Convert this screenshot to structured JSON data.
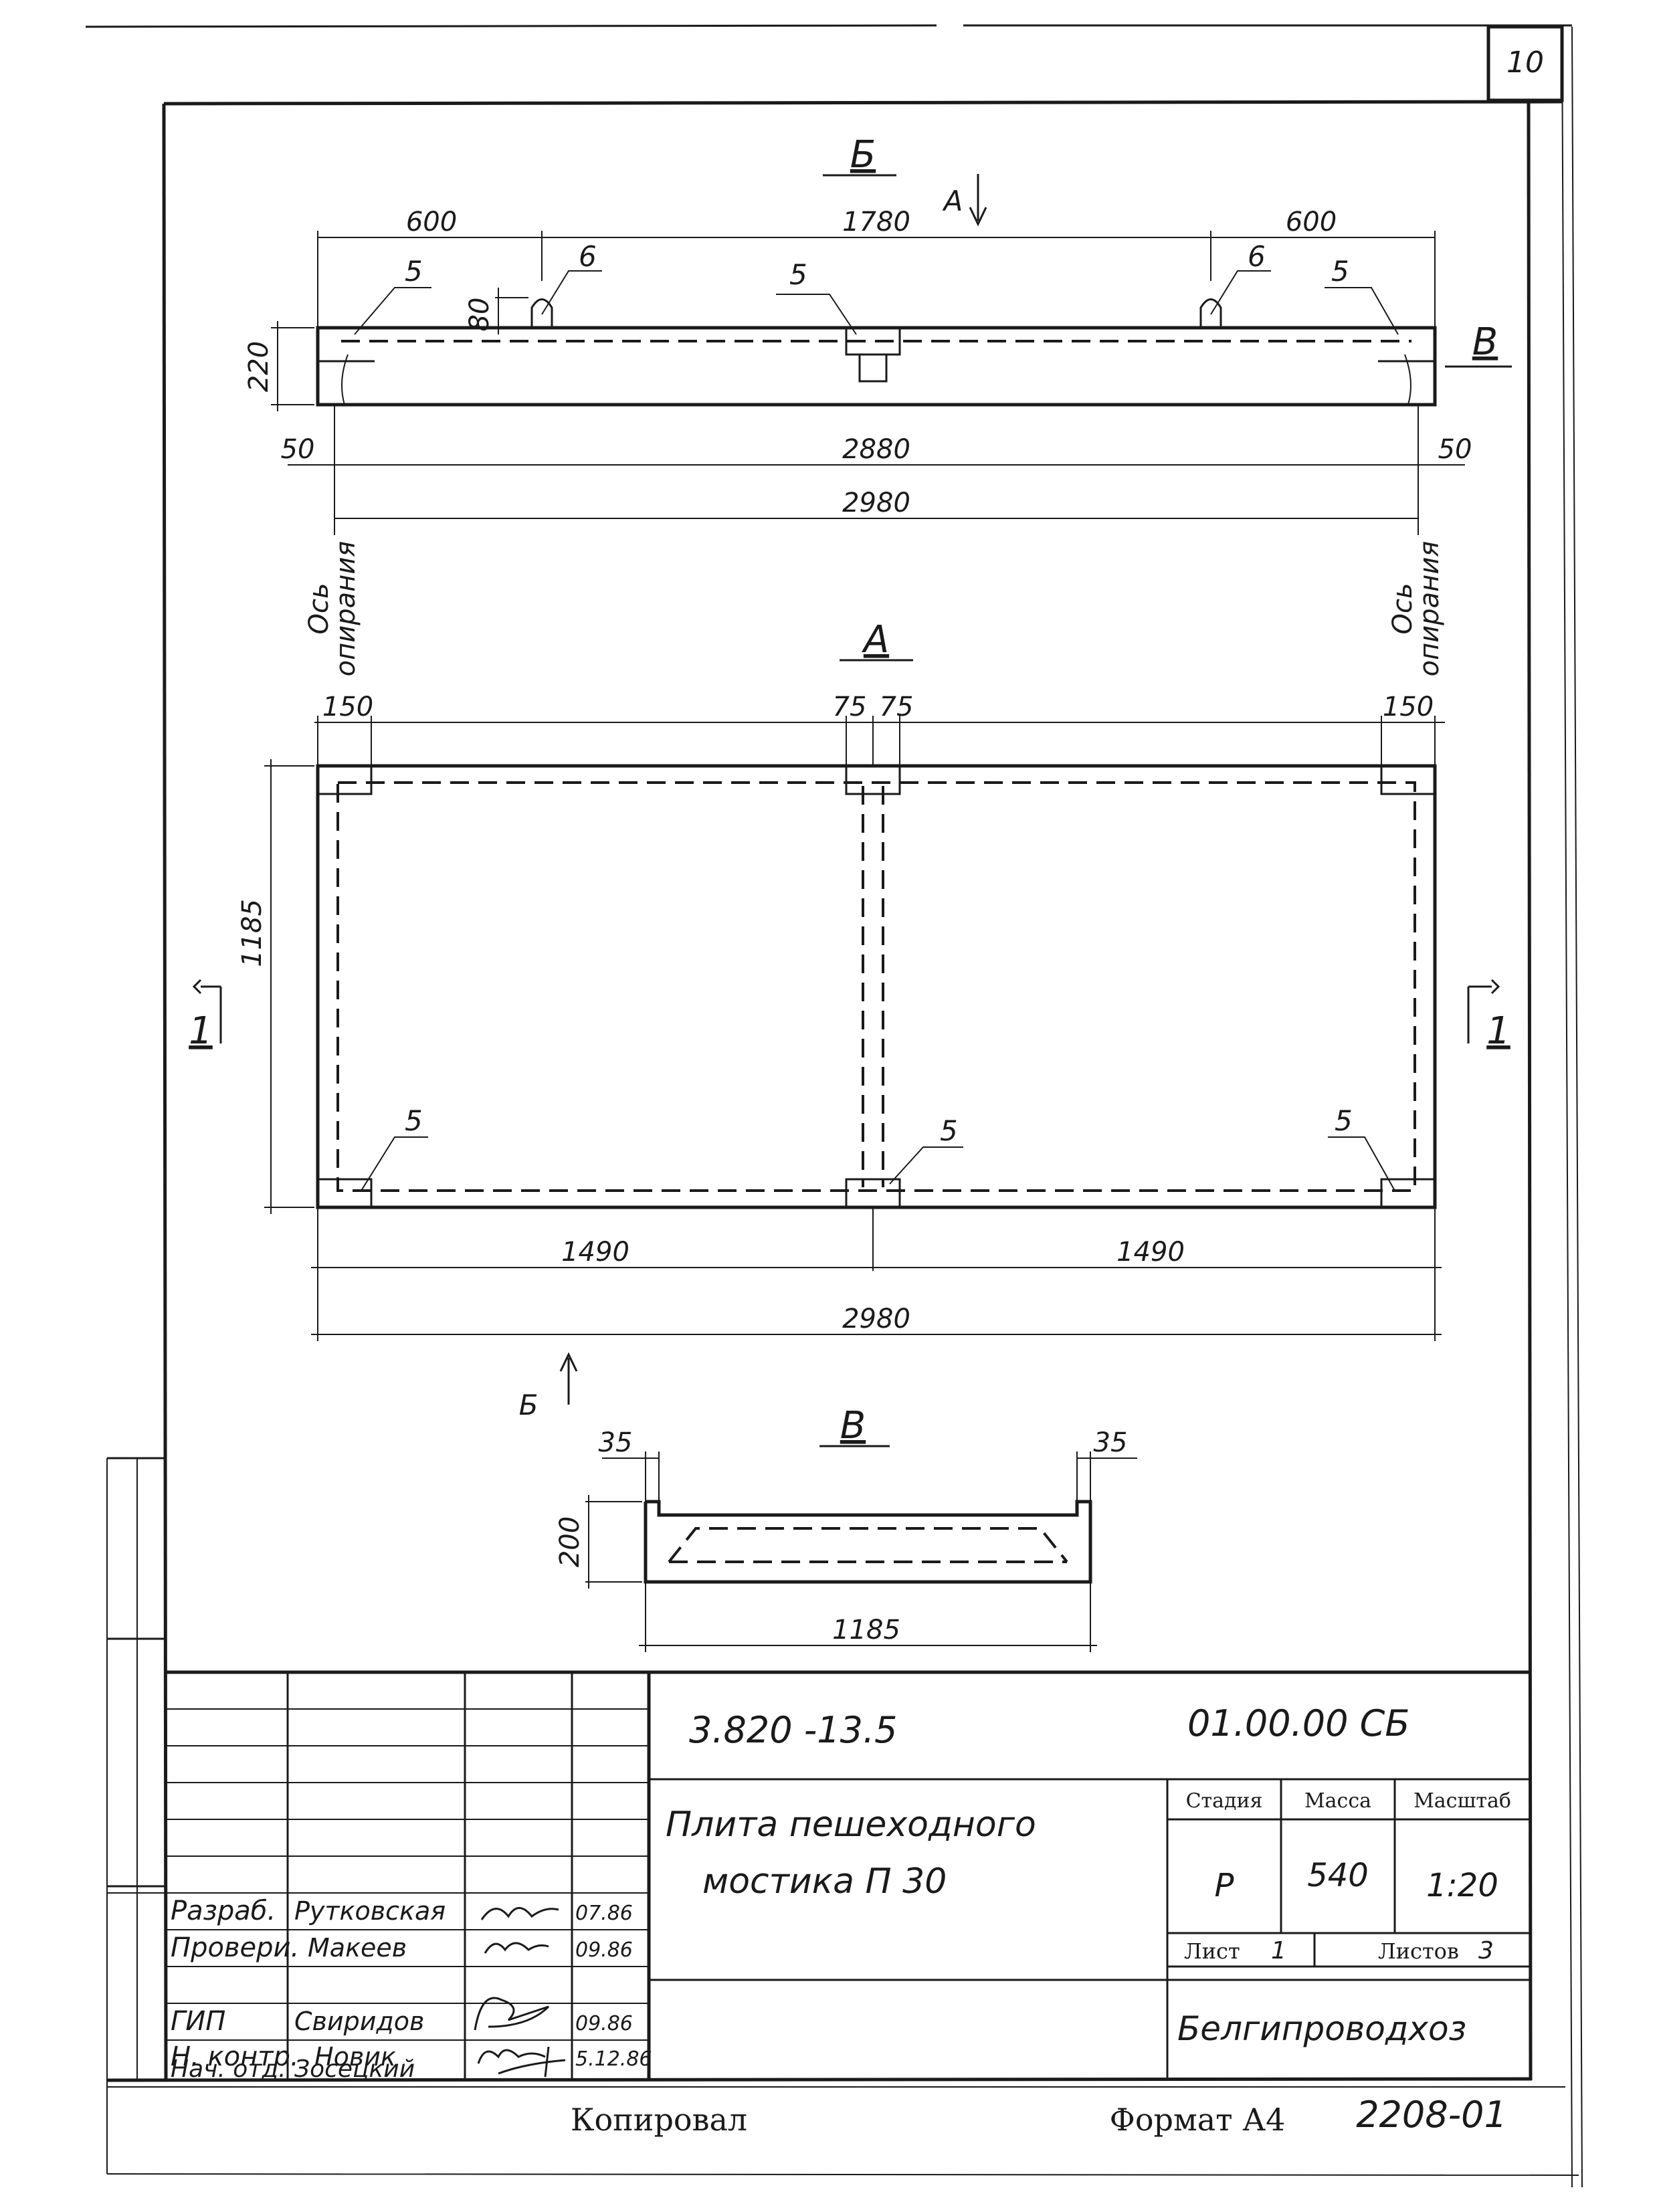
{
  "sheet": {
    "page_number": "10"
  },
  "view_b": {
    "title": "Б",
    "section_arrow_a": "А",
    "dims": {
      "left_600": "600",
      "middle_1780": "1780",
      "right_600": "600",
      "height_220": "220",
      "loop_80": "80",
      "offset_50_left": "50",
      "offset_50_right": "50",
      "span_2880": "2880",
      "total_2980": "2980"
    },
    "callouts": {
      "c5_left": "5",
      "c6_left": "6",
      "c5_mid": "5",
      "c6_right": "6",
      "c5_right": "5"
    },
    "section_arrow_v": "В",
    "axis_label_left": [
      "Ось",
      "опирания"
    ],
    "axis_label_right": [
      "Ось",
      "опирания"
    ]
  },
  "view_a": {
    "title": "А",
    "dims": {
      "left_150": "150",
      "mid_75a": "75",
      "mid_75b": "75",
      "right_150": "150",
      "height_1185": "1185",
      "half_left": "1490",
      "half_right": "1490",
      "total_2980": "2980"
    },
    "callouts": {
      "c5_bl": "5",
      "c5_bm": "5",
      "c5_br": "5"
    },
    "section_left": "1",
    "section_right": "1",
    "section_arrow_b": "Б"
  },
  "view_v": {
    "title": "В",
    "dims": {
      "left_35": "35",
      "right_35": "35",
      "height_200": "200",
      "width_1185": "1185"
    }
  },
  "title_block": {
    "doc_code": "3.820 -13.5",
    "drawing_number": "01.00.00  СБ",
    "title_line1": "Плита пешеходного",
    "title_line2": "мостика  П 30",
    "headers": {
      "stage": "Стадия",
      "mass": "Масса",
      "scale": "Масштаб"
    },
    "values": {
      "stage": "Р",
      "mass": "540",
      "scale": "1:20"
    },
    "sheet_label": "Лист",
    "sheet_value": "1",
    "sheets_label": "Листов",
    "sheets_value": "3",
    "organization": "Белгипроводхоз",
    "rows": [
      {
        "role": "Разраб.",
        "name": "Рутковская",
        "date": "07.86"
      },
      {
        "role": "Провери.",
        "name": "Макеев",
        "date": "09.86"
      },
      {
        "role": "ГИП",
        "name": "Свиридов",
        "date": "09.86"
      },
      {
        "role": "Н. контр.",
        "name": "Новик",
        "date": "5.12.86"
      },
      {
        "role": "Нач. отд.",
        "name": "Зосецкий",
        "date": ""
      }
    ]
  },
  "footer": {
    "copied": "Копировал",
    "format": "Формат А4",
    "archive_no": "2208-01"
  }
}
